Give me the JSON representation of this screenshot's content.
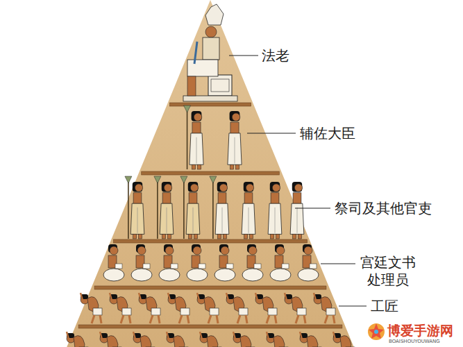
{
  "diagram": {
    "labels": [
      "法老",
      "辅佐大臣",
      "祭司及其他官吏",
      "宫廷文书 处理员",
      "工匠",
      "博爱手游网",
      "BOAISHOUYOUWANG"
    ]
  }
}
